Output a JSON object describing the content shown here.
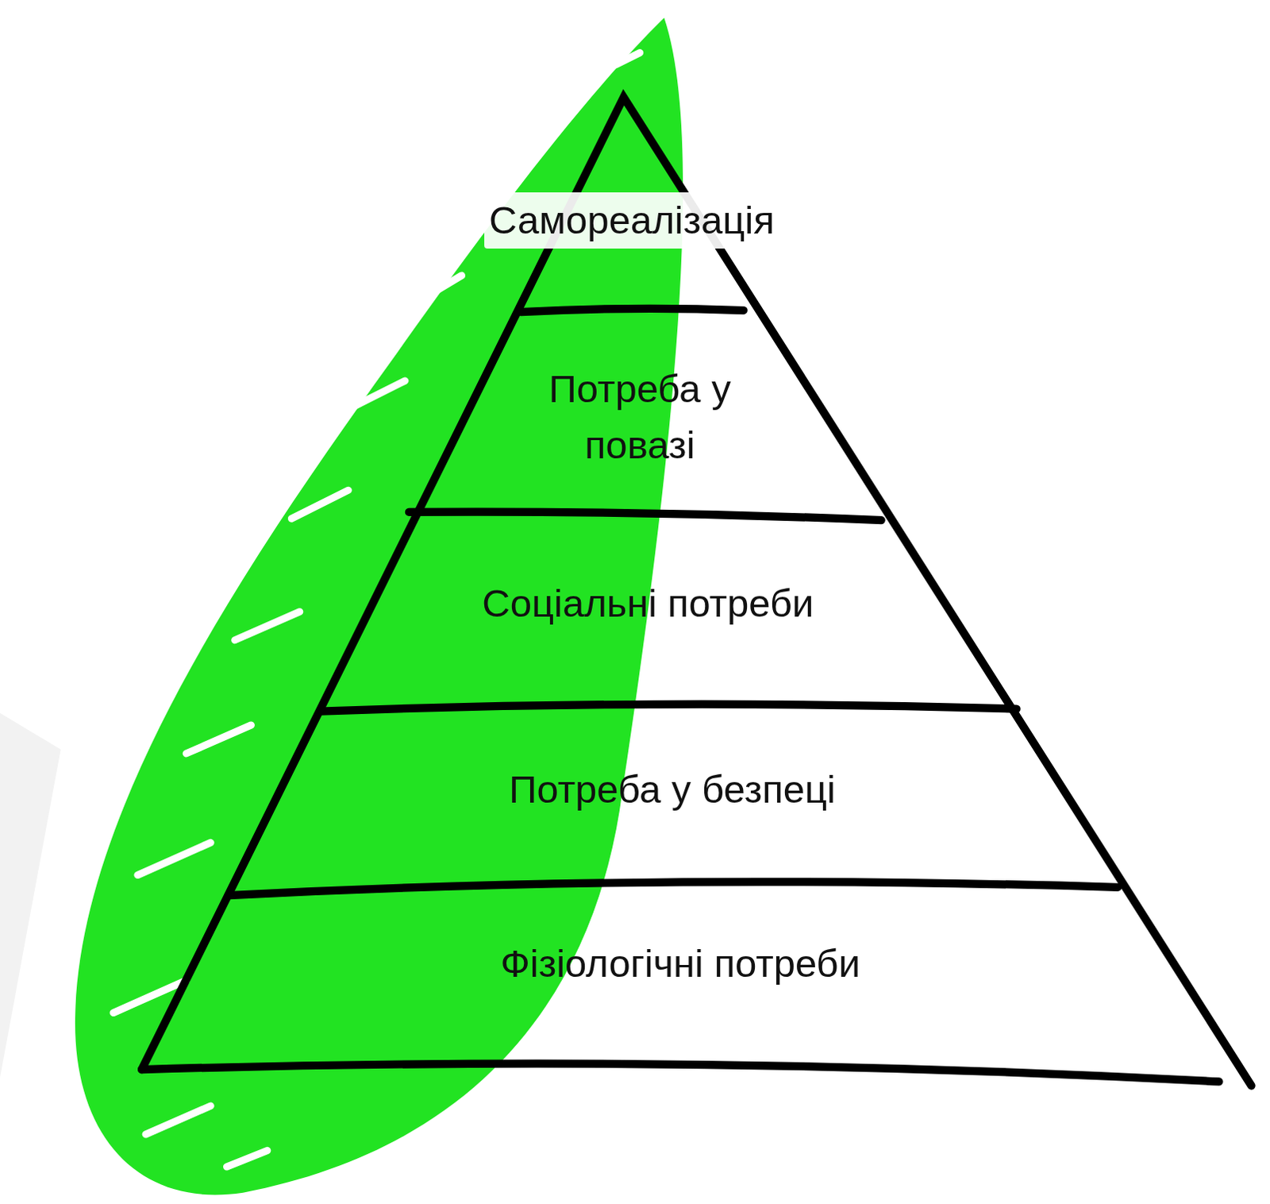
{
  "diagram": {
    "nodes": [
      {
        "text": [
          "Самореалізація"
        ]
      },
      {
        "text": [
          "Потреба у повазі"
        ]
      },
      {
        "text": [
          "Соціальні потреби"
        ]
      },
      {
        "text": [
          "Потреба у безпеці"
        ]
      },
      {
        "text": [
          "Фізіологічні потреби"
        ]
      }
    ]
  }
}
